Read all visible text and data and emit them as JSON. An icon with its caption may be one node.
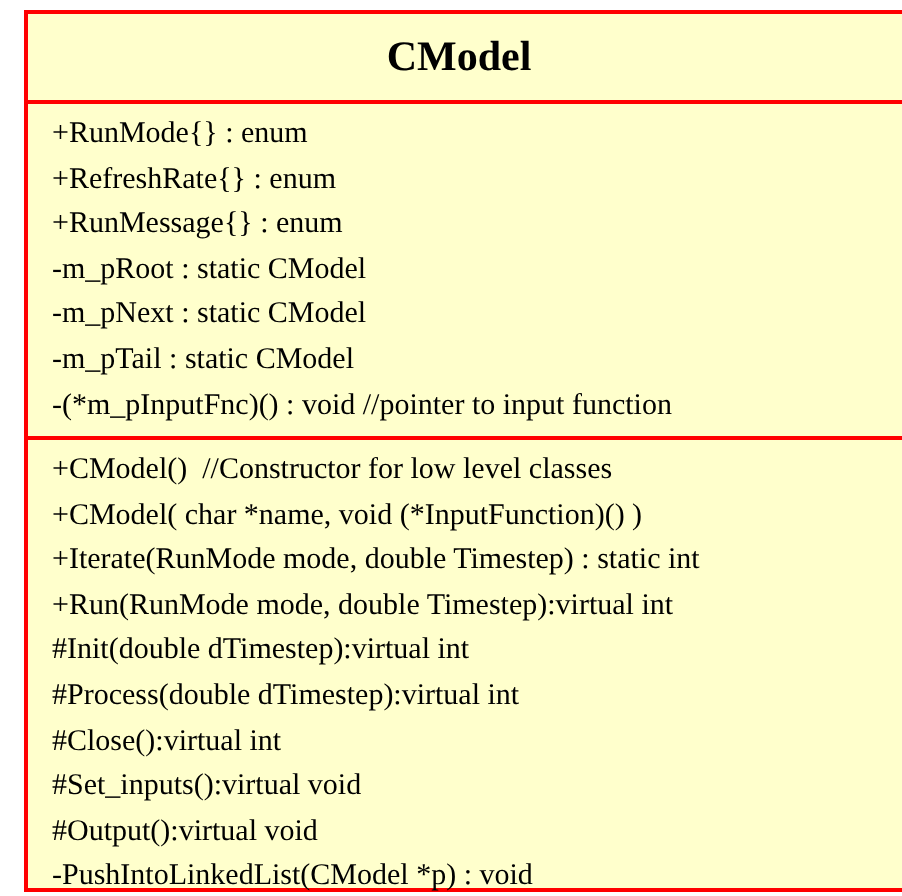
{
  "diagram": {
    "nodes": [
      {
        "text": [
          "CModel"
        ]
      },
      {
        "text": [
          "+RunMode{} : enum",
          "+RefreshRate{} : enum",
          "+RunMessage{} : enum",
          "-m_pRoot : static CModel",
          "-m_pNext : static CModel",
          "-m_pTail : static CModel",
          "-(*m_pInputFnc)() : void //pointer to input function"
        ],
        "in": 0
      },
      {
        "text": [
          "+CModel()  //Constructor for low level classes",
          "+CModel( char *name, void (*InputFunction)() )",
          "+Iterate(RunMode mode, double Timestep) : static int",
          "+Run(RunMode mode, double Timestep):virtual int",
          "#Init(double dTimestep):virtual int",
          "#Process(double dTimestep):virtual int",
          "#Close():virtual int",
          "#Set_inputs():virtual void",
          "#Output():virtual void",
          "-PushIntoLinkedList(CModel *p) : void"
        ],
        "in": 0
      }
    ]
  }
}
